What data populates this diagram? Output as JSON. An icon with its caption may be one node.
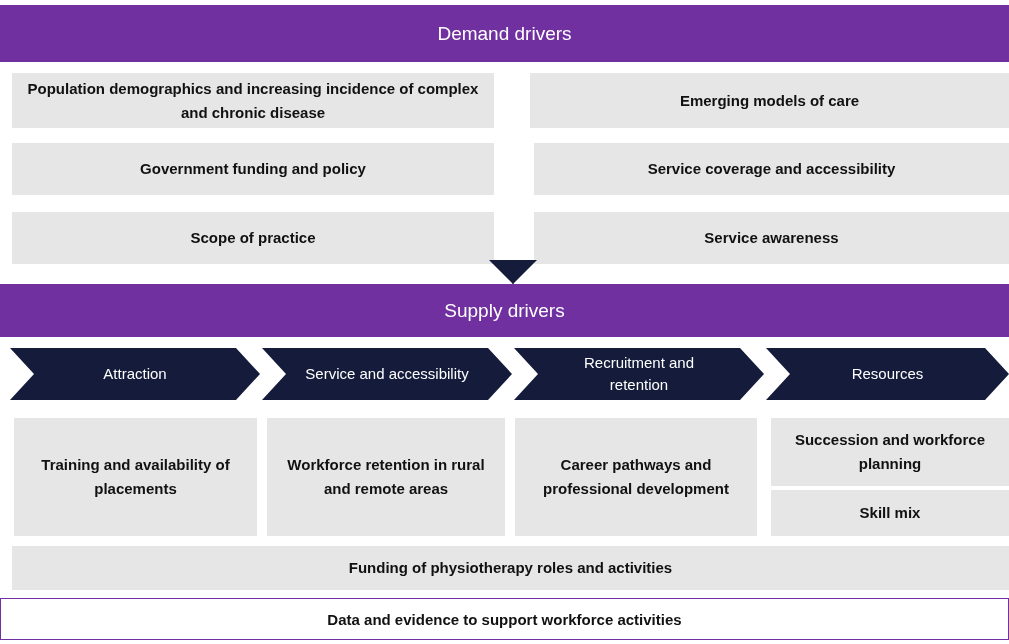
{
  "diagram": {
    "nodes": [
      {
        "text": [
          "Demand drivers"
        ]
      },
      {
        "text": [
          "Population demographics and increasing incidence of complex and chronic disease"
        ]
      },
      {
        "text": [
          "Emerging models of care"
        ]
      },
      {
        "text": [
          "Government funding and policy"
        ]
      },
      {
        "text": [
          "Service coverage and accessibility"
        ]
      },
      {
        "text": [
          "Scope of practice"
        ]
      },
      {
        "text": [
          "Service awareness"
        ]
      },
      {
        "text": [
          "Supply drivers"
        ]
      },
      {
        "text": [
          "Attraction"
        ]
      },
      {
        "text": [
          "Service and accessibility"
        ]
      },
      {
        "text": [
          "Recruitment and retention"
        ]
      },
      {
        "text": [
          "Resources"
        ]
      },
      {
        "text": [
          "Training and availability of placements"
        ]
      },
      {
        "text": [
          "Workforce retention in rural and remote areas"
        ]
      },
      {
        "text": [
          "Career pathways and professional development"
        ]
      },
      {
        "text": [
          "Succession and workforce planning"
        ]
      },
      {
        "text": [
          "Skill mix"
        ]
      },
      {
        "text": [
          "Funding of physiotherapy roles and activities"
        ]
      },
      {
        "text": [
          "Data and evidence to support workforce activities"
        ]
      }
    ],
    "edges": [
      {
        "from": null,
        "to": 7,
        "arrow": "to"
      }
    ]
  }
}
